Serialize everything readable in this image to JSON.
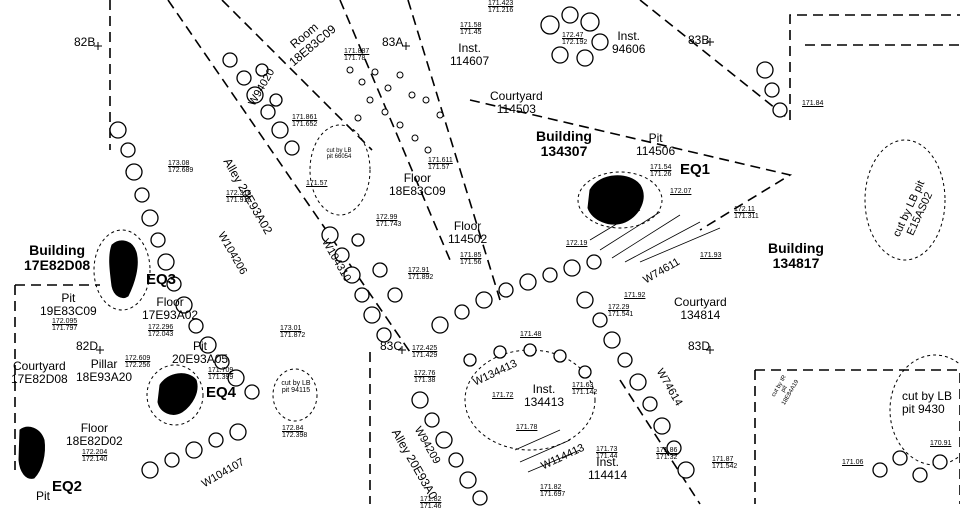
{
  "figure": {
    "buildings": [
      {
        "key": "b1",
        "name": "Building",
        "id": "134307"
      },
      {
        "key": "b2",
        "name": "Building",
        "id": "17E82D08"
      },
      {
        "key": "b3",
        "name": "Building",
        "id": "134817"
      }
    ],
    "spaces": [
      {
        "key": "room",
        "name": "Room",
        "id": "18E83C09"
      },
      {
        "key": "court1",
        "name": "Courtyard",
        "id": "114503"
      },
      {
        "key": "court2",
        "name": "Courtyard",
        "id": "134814"
      },
      {
        "key": "court3",
        "name": "Courtyard",
        "id": "17E82D08"
      },
      {
        "key": "floor1",
        "name": "Floor",
        "id": "18E83C09"
      },
      {
        "key": "floor2",
        "name": "Floor",
        "id": "114502",
        "lvl_a": "171.85",
        "lvl_b": "171.56"
      },
      {
        "key": "floor3",
        "name": "Floor",
        "id": "17E93A02",
        "lvl_a": "172.296",
        "lvl_b": "172.043"
      },
      {
        "key": "floor4",
        "name": "Floor",
        "id": "18E82D02",
        "lvl_a": "172.204",
        "lvl_b": "172.140"
      },
      {
        "key": "pit1",
        "name": "Pit",
        "id": "114506",
        "lvl_a": "171.54",
        "lvl_b": "171.26"
      },
      {
        "key": "pit2",
        "name": "Pit",
        "id": "19E83C09",
        "lvl_a": "172.095",
        "lvl_b": "171.797"
      },
      {
        "key": "pit3",
        "name": "Pit",
        "id": "20E93A05",
        "lvl_a": "171.709",
        "lvl_b": "171.399"
      },
      {
        "key": "pit4",
        "name": "Pit",
        "id": ""
      },
      {
        "key": "pillar",
        "name": "Pillar",
        "id": "18E93A20",
        "lvl_a": "172.609",
        "lvl_b": "172.256"
      },
      {
        "key": "inst1",
        "name": "Inst.",
        "id": "114607"
      },
      {
        "key": "inst2",
        "name": "Inst.",
        "id": "94606",
        "lvl_a": "172.47",
        "lvl_b": "172.192"
      },
      {
        "key": "inst3",
        "name": "Inst.",
        "id": "134413",
        "lvl_a": "171.63",
        "lvl_b": "171.142"
      },
      {
        "key": "inst4",
        "name": "Inst.",
        "id": "114414",
        "lvl_a": "171.73",
        "lvl_b": "171.44"
      }
    ],
    "alleys": [
      {
        "key": "alley1",
        "text": "Alley 20E93A02"
      },
      {
        "key": "alley2",
        "text": "Alley 20E93A0"
      }
    ],
    "walls": [
      {
        "key": "w1",
        "text": "W94020"
      },
      {
        "key": "w2",
        "text": "W104206"
      },
      {
        "key": "w3",
        "text": "W104310"
      },
      {
        "key": "w4",
        "text": "W74611"
      },
      {
        "key": "w5",
        "text": "W134413"
      },
      {
        "key": "w6",
        "text": "W114413"
      },
      {
        "key": "w7",
        "text": "W74614"
      },
      {
        "key": "w8",
        "text": "W94209"
      },
      {
        "key": "w9",
        "text": "W104107"
      }
    ],
    "equipment": [
      "EQ1",
      "EQ2",
      "EQ3",
      "EQ4"
    ],
    "grid_points": [
      "82B",
      "83A",
      "83B",
      "82D",
      "83C",
      "83D"
    ],
    "cuts": [
      {
        "key": "cut1",
        "text": "cut by LB pit E15AS02"
      },
      {
        "key": "cut2",
        "text": "cut by LB pit 94115"
      },
      {
        "key": "cut3",
        "text": "cut by LB pit 9430"
      },
      {
        "key": "cut4",
        "text": "cut by LB pit 66054"
      },
      {
        "key": "cut5",
        "text": "cut by IR pit 18E84A19"
      }
    ],
    "levels": [
      {
        "a": "171.887",
        "b": "171.78"
      },
      {
        "a": "171.861",
        "b": "171.652"
      },
      {
        "a": "171.423",
        "b": "171.216"
      },
      {
        "a": "171.58",
        "b": "171.45"
      },
      {
        "a": "171.84",
        "b": ""
      },
      {
        "a": "173.08",
        "b": "172.689"
      },
      {
        "a": "172.316",
        "b": "171.916"
      },
      {
        "a": "171.611",
        "b": "171.57"
      },
      {
        "a": "171.57",
        "b": ""
      },
      {
        "a": "172.07",
        "b": ""
      },
      {
        "a": "172.11",
        "b": "171.311"
      },
      {
        "a": "172.99",
        "b": "171.743"
      },
      {
        "a": "172.91",
        "b": "171.892"
      },
      {
        "a": "172.19",
        "b": ""
      },
      {
        "a": "171.93",
        "b": ""
      },
      {
        "a": "171.92",
        "b": ""
      },
      {
        "a": "172.29",
        "b": "171.541"
      },
      {
        "a": "173.01",
        "b": "171.872"
      },
      {
        "a": "172.425",
        "b": "171.429"
      },
      {
        "a": "171.48",
        "b": ""
      },
      {
        "a": "172.76",
        "b": "171.38"
      },
      {
        "a": "171.72",
        "b": ""
      },
      {
        "a": "171.78",
        "b": ""
      },
      {
        "a": "172.84",
        "b": "172.398"
      },
      {
        "a": "171.82",
        "b": "171.697"
      },
      {
        "a": "171.86",
        "b": "171.32"
      },
      {
        "a": "171.87",
        "b": "171.542"
      },
      {
        "a": "171.06",
        "b": ""
      },
      {
        "a": "170.91",
        "b": ""
      },
      {
        "a": "171.82",
        "b": "171.46"
      }
    ]
  }
}
